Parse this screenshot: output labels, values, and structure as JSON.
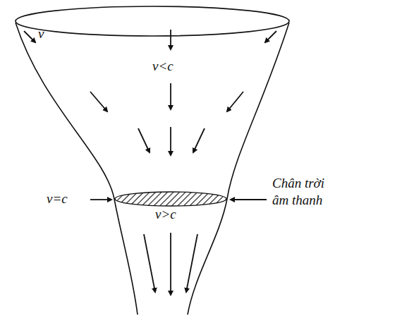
{
  "diagram": {
    "labels": [
      "v",
      "v<c",
      "v=c",
      "Chân trời âm thanh",
      "v>c"
    ]
  }
}
